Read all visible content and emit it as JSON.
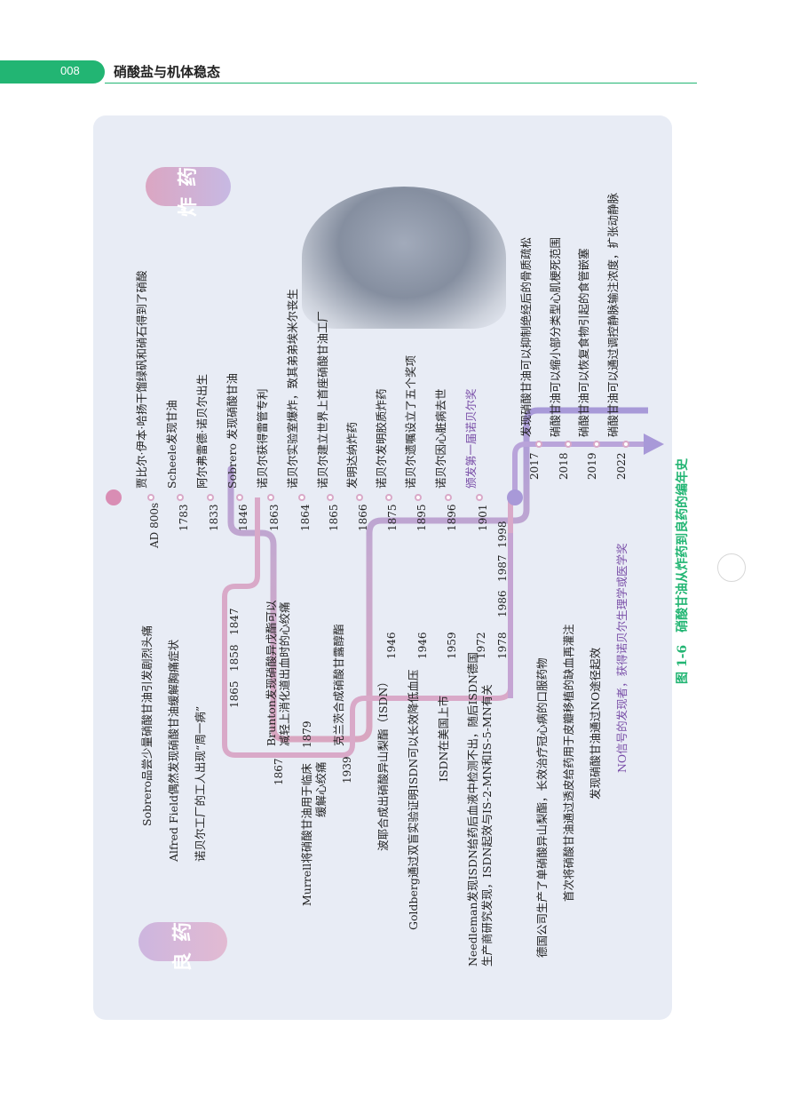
{
  "header": {
    "page_number": "008",
    "book_title": "硝酸盐与机体稳态"
  },
  "figure": {
    "caption": "图 1-6　硝酸甘油从炸药到良药的编年史",
    "badge_top": "炸药",
    "badge_bottom": "良药",
    "photo": "portrait-statue",
    "colors": {
      "accent": "#22b573",
      "timeline": "#d7a9c3",
      "timeline_end": "#a79bd6",
      "purple_text": "#7a4fa8"
    }
  },
  "explosive_events": [
    {
      "year": "AD 800s",
      "text": "贾比尔·伊本·哈扬干馏绿矾和硝石得到了硝酸"
    },
    {
      "year": "1783",
      "text": "Scheele发现甘油"
    },
    {
      "year": "1833",
      "text": "阿尔弗雷德·诺贝尔出生"
    },
    {
      "year": "1846",
      "text": "Sobrero 发现硝酸甘油"
    },
    {
      "year": "1863",
      "text": "诺贝尔获得雷管专利"
    },
    {
      "year": "1864",
      "text": "诺贝尔实验室爆炸，致其弟弟埃米尔丧生"
    },
    {
      "year": "1865",
      "text": "诺贝尔建立世界上首座硝酸甘油工厂"
    },
    {
      "year": "1866",
      "text": "发明达纳炸药"
    },
    {
      "year": "1875",
      "text": "诺贝尔发明胶质炸药"
    },
    {
      "year": "1895",
      "text": "诺贝尔遗嘱设立了五个奖项"
    },
    {
      "year": "1896",
      "text": "诺贝尔因心脏病去世"
    },
    {
      "year": "1901",
      "text": "颁发第一届诺贝尔奖"
    }
  ],
  "medicine_events_top": [
    {
      "year": "1847",
      "text": "Sobrero品尝少量硝酸甘油引发剧烈头痛"
    },
    {
      "year": "1858",
      "text": "Alfred Field偶然发现硝酸甘油缓解胸痛症状"
    },
    {
      "year": "1865",
      "text": "诺贝尔工厂的工人出现“周一病”"
    }
  ],
  "brunton": {
    "year": "1867",
    "line1": "Brunton发现硝酸异戊酯可以",
    "line2": "减轻上消化道出血时的心绞痛"
  },
  "murrell": {
    "year": "1879",
    "line1": "Murrell将硝酸甘油用于临床",
    "line2": "缓解心绞痛"
  },
  "medicine_events_mid": [
    {
      "year": "1939",
      "text": "克兰茨合成硝酸甘露醇酯"
    },
    {
      "year": "1946",
      "text": "波耶合成出硝酸异山梨酯（ISDN）"
    },
    {
      "year": "1946",
      "text": "Goldberg通过双盲实验证明ISDN可以长效降低血压"
    },
    {
      "year": "1959",
      "text": "ISDN在美国上市"
    }
  ],
  "needleman": {
    "year": "1972",
    "line1": "Needleman发现ISDN给药后血液中检测不出，随后ISDN德国",
    "line2": "生产商研究发现，ISDN起效与IS-2-MN和IS-5-MN有关"
  },
  "medicine_events_late": [
    {
      "year": "1978",
      "text": "德国公司生产了单硝酸异山梨酯，长效治疗冠心病的口服药物"
    },
    {
      "year": "1986",
      "text": "首次将硝酸甘油通过透皮给药用于皮瓣移植的缺血再灌注"
    },
    {
      "year": "1987",
      "text": "发现硝酸甘油通过NO途径起效"
    },
    {
      "year": "1998",
      "text": "NO信号的发现者，获得诺贝尔生理学或医学奖"
    }
  ],
  "recent_events": [
    {
      "year": "2017",
      "text": "发现硝酸甘油可以抑制绝经后的骨质疏松"
    },
    {
      "year": "2018",
      "text": "硝酸甘油可以缩小部分类型心肌梗死范围"
    },
    {
      "year": "2019",
      "text": "硝酸甘油可以恢复食物引起的食管嵌塞"
    },
    {
      "year": "2022",
      "text": "硝酸甘油可以通过调控静脉输注浓度，扩张动静脉"
    }
  ]
}
